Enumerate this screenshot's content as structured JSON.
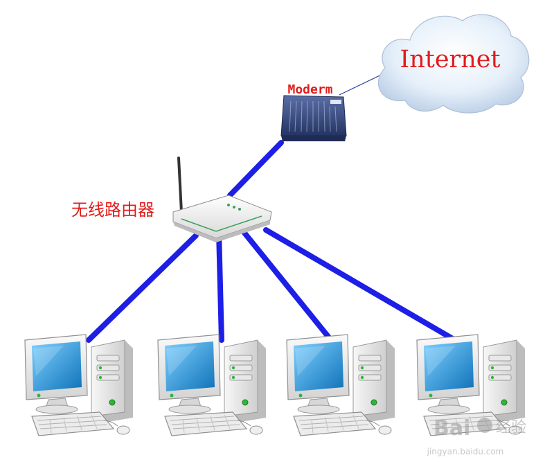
{
  "labels": {
    "internet": "Internet",
    "modem": "Moderm",
    "router": "无线路由器"
  },
  "watermark": {
    "brand": "Bai",
    "brand_suffix": "经验",
    "url": "jingyan.baidu.com"
  },
  "colors": {
    "label_red": "#e41b1b",
    "cable_blue": "#1d1ee6",
    "thin_link": "#2a3a9a",
    "cloud_fill": "#dbe9f7",
    "modem_body": "#3c4f83",
    "router_body": "#f4f4f4",
    "screen_blue": "#1f9ee0"
  },
  "icons": {
    "cloud": "cloud-icon",
    "modem": "modem-icon",
    "router": "wireless-router-icon",
    "computer": "desktop-computer-icon"
  }
}
